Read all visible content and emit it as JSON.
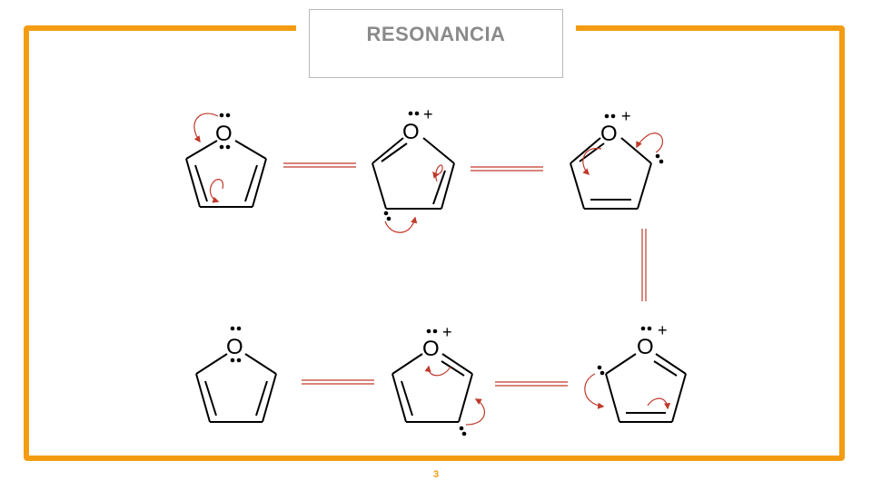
{
  "slide": {
    "title": "RESONANCIA",
    "page_number": "3"
  },
  "diagram": {
    "atom_label": "O",
    "charge_label": "+"
  },
  "colors": {
    "frame": "#f39c12",
    "title_text": "#8a8a8a",
    "bond": "#000000",
    "arrow": "#c0392b"
  }
}
